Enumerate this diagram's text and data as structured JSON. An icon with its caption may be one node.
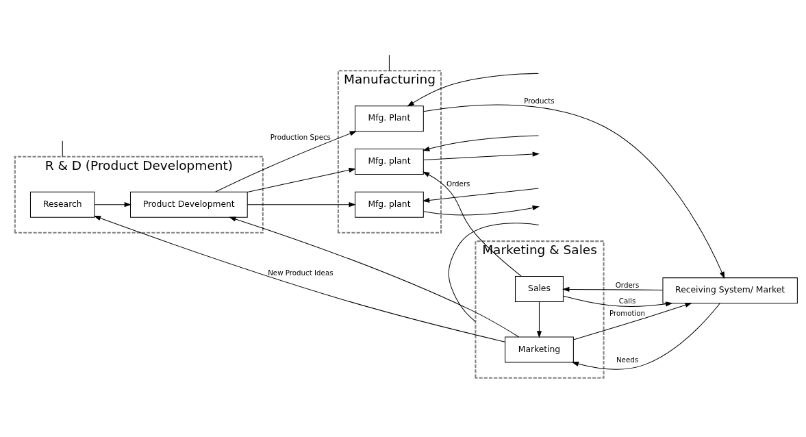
{
  "diagram": {
    "nodes": [
      {
        "text": [
          "R & D (Product Development)"
        ]
      },
      {
        "text": [
          "Research"
        ],
        "in": 0
      },
      {
        "text": [
          "Product Development"
        ],
        "in": 0
      },
      {
        "text": [
          "Manufacturing"
        ]
      },
      {
        "text": [
          "Mfg. Plant"
        ],
        "in": 3
      },
      {
        "text": [
          "Mfg. plant"
        ],
        "in": 3
      },
      {
        "text": [
          "Mfg. plant"
        ],
        "in": 3
      },
      {
        "text": [
          "Marketing & Sales"
        ]
      },
      {
        "text": [
          "Marketing"
        ],
        "in": 7
      },
      {
        "text": [
          "Sales"
        ],
        "in": 7
      },
      {
        "text": [
          "Receiving System/ Market"
        ]
      }
    ],
    "edges": [
      {
        "from": null,
        "to": 0,
        "arrow": "none"
      },
      {
        "from": null,
        "to": 3,
        "arrow": "none"
      },
      {
        "from": null,
        "to": 7,
        "arrow": "none"
      },
      {
        "from": 8,
        "to": 1,
        "arrow": "to",
        "label": "New Product Ideas"
      },
      {
        "from": 8,
        "to": 2,
        "arrow": "to"
      },
      {
        "from": 1,
        "to": 2,
        "arrow": "to"
      },
      {
        "from": 2,
        "to": 4,
        "arrow": "to",
        "label": "Production Specs"
      },
      {
        "from": 2,
        "to": 5,
        "arrow": "to"
      },
      {
        "from": 2,
        "to": 6,
        "arrow": "to"
      },
      {
        "from": null,
        "to": 4,
        "arrow": "to"
      },
      {
        "from": null,
        "to": 5,
        "arrow": "to"
      },
      {
        "from": null,
        "to": 6,
        "arrow": "to"
      },
      {
        "from": 5,
        "to": null,
        "arrow": "to"
      },
      {
        "from": 6,
        "to": null,
        "arrow": "to"
      },
      {
        "from": 4,
        "to": 10,
        "arrow": "to",
        "label": "Products"
      },
      {
        "from": 9,
        "to": 5,
        "arrow": "to",
        "label": "Orders"
      },
      {
        "from": 9,
        "to": 8,
        "arrow": "to"
      },
      {
        "from": 10,
        "to": 8,
        "arrow": "to",
        "label": "Needs"
      },
      {
        "from": 8,
        "to": 10,
        "arrow": "to",
        "label": "Promotion"
      },
      {
        "from": 9,
        "to": 10,
        "arrow": "to",
        "label": "Calls"
      },
      {
        "from": 10,
        "to": 9,
        "arrow": "to",
        "label": "Orders"
      }
    ]
  }
}
